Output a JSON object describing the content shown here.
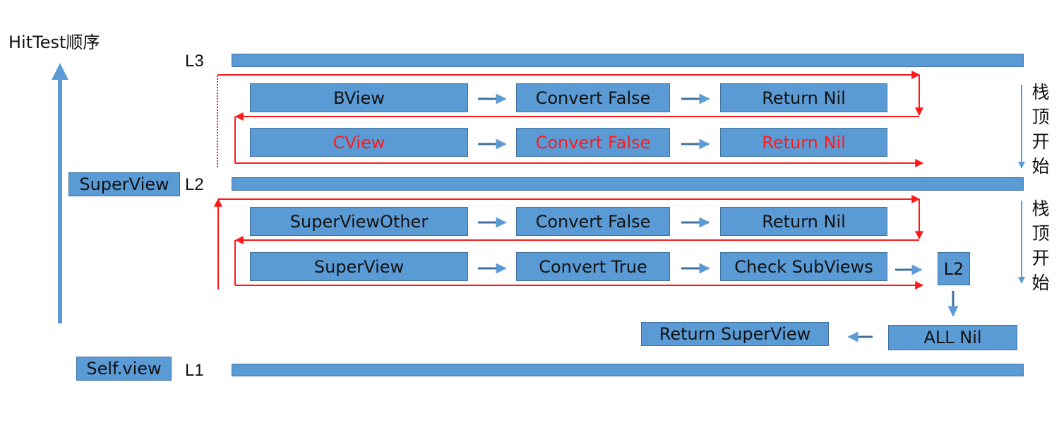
{
  "title": "HitTest顺序",
  "levels": {
    "l3": "L3",
    "l2": "L2",
    "l1": "L1"
  },
  "side_labels": {
    "superview": "SuperView",
    "selfview": "Self.view"
  },
  "row_b": {
    "view": "BView",
    "convert": "Convert False",
    "result": "Return Nil"
  },
  "row_c": {
    "view": "CView",
    "convert": "Convert False",
    "result": "Return Nil"
  },
  "row_other": {
    "view": "SuperViewOther",
    "convert": "Convert False",
    "result": "Return Nil"
  },
  "row_super": {
    "view": "SuperView",
    "convert": "Convert True",
    "check": "Check SubViews",
    "level": "L2"
  },
  "all_nil": "ALL Nil",
  "return_superview": "Return SuperView",
  "stack_note_top": "栈顶开始",
  "stack_note_bottom": "栈顶开始",
  "colors": {
    "box_fill": "#5b9bd5",
    "box_border": "#41719c",
    "flow_red": "#ff1a1a",
    "highlight_text": "#ff1a1a",
    "arrow_blue": "#5b9bd5"
  }
}
